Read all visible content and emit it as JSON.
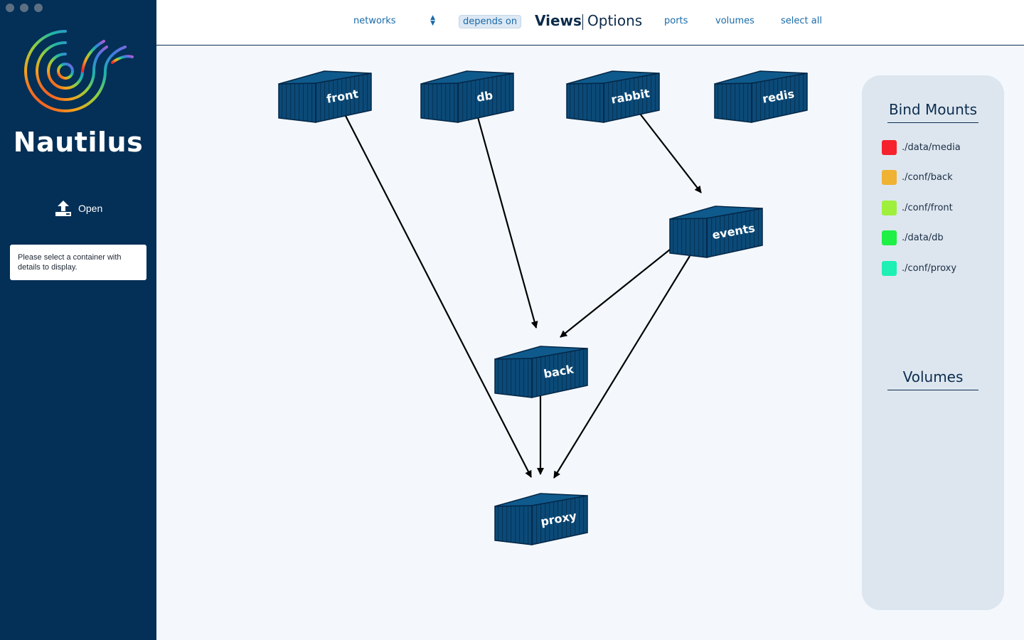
{
  "sidebar": {
    "app_name": "Nautilus",
    "open_label": "Open",
    "details_placeholder": "Please select a container with details to display."
  },
  "topbar": {
    "networks_label": "networks",
    "depends_on_label": "depends on",
    "views_label": "Views",
    "options_label": "Options",
    "ports_label": "ports",
    "volumes_label": "volumes",
    "select_all_label": "select all"
  },
  "graph": {
    "nodes": [
      "front",
      "db",
      "rabbit",
      "redis",
      "events",
      "back",
      "proxy"
    ],
    "edges": [
      {
        "from": "front",
        "to": "proxy"
      },
      {
        "from": "db",
        "to": "back"
      },
      {
        "from": "rabbit",
        "to": "events"
      },
      {
        "from": "events",
        "to": "back"
      },
      {
        "from": "events",
        "to": "proxy"
      },
      {
        "from": "back",
        "to": "proxy"
      }
    ]
  },
  "panel": {
    "bind_mounts_title": "Bind Mounts",
    "volumes_title": "Volumes",
    "bind_mounts": [
      {
        "label": "./data/media",
        "color": "#f5222d"
      },
      {
        "label": "./conf/back",
        "color": "#f0b232"
      },
      {
        "label": "./conf/front",
        "color": "#9ff03c"
      },
      {
        "label": "./data/db",
        "color": "#1ef046"
      },
      {
        "label": "./conf/proxy",
        "color": "#1ef0b4"
      }
    ]
  },
  "colors": {
    "sidebar_bg": "#042f56",
    "container_fill": "#0b4a78",
    "container_stroke": "#032646",
    "accent_link": "#1a6aa8"
  }
}
